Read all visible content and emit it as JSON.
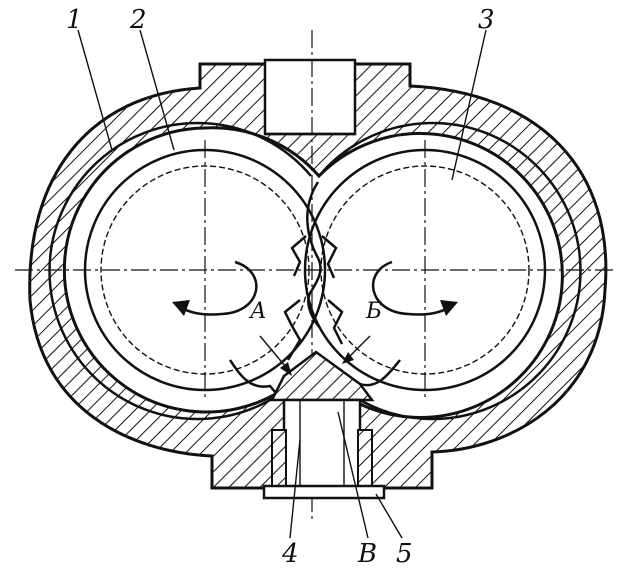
{
  "figure": {
    "labels": {
      "body": "1",
      "left_gear": "2",
      "right_gear": "3",
      "valve": "4",
      "channel": "В",
      "seat": "5",
      "left_chamber": "А",
      "right_chamber": "Б"
    }
  }
}
